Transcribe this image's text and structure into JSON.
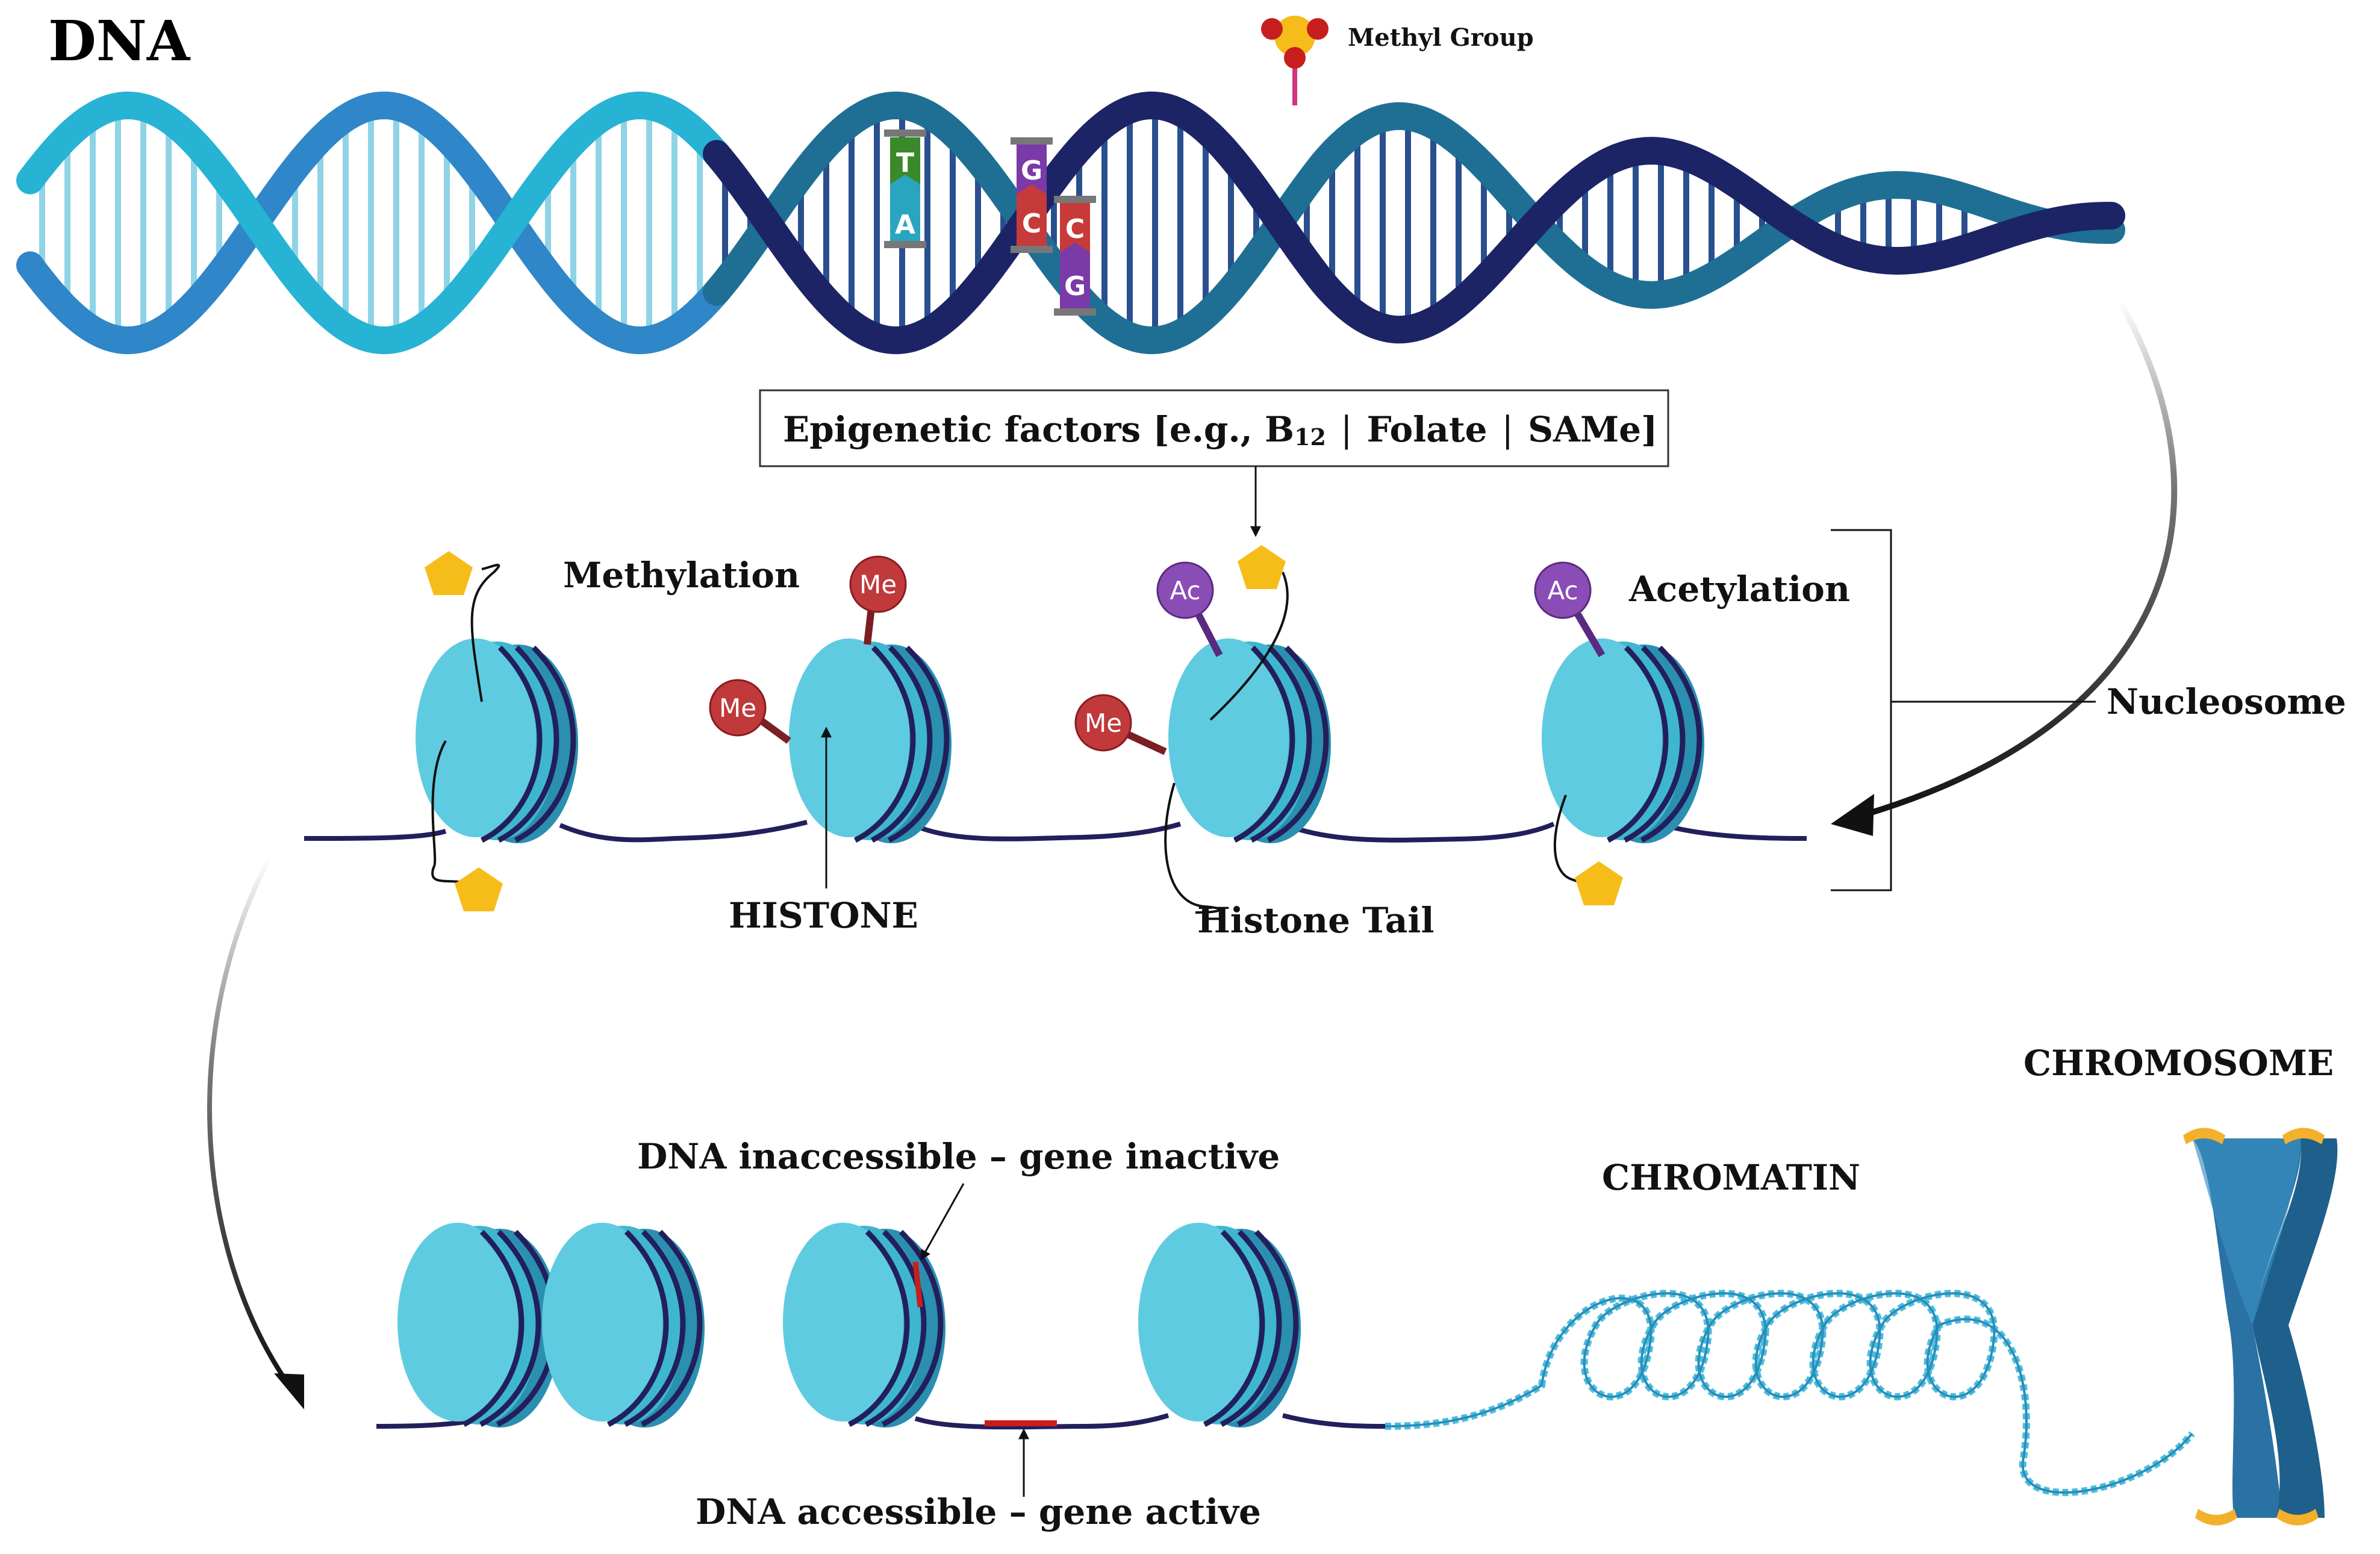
{
  "labels": {
    "dna": "DNA",
    "methyl_group": "Methyl Group",
    "epigenetic_prefix": "Epigenetic factors [e.g., B",
    "epigenetic_sub": "12",
    "epigenetic_sep1": "|",
    "epigenetic_folate": "Folate",
    "epigenetic_sep2": "|",
    "epigenetic_suffix": "SAMe]",
    "methylation": "Methylation",
    "acetylation": "Acetylation",
    "nucleosome": "Nucleosome",
    "histone": "HISTONE",
    "histone_tail": "Histone Tail",
    "dna_inaccessible": "DNA inaccessible – gene inactive",
    "dna_accessible": "DNA accessible – gene active",
    "chromatin": "CHROMATIN",
    "chromosome": "CHROMOSOME"
  },
  "bases": {
    "pair1_top": "T",
    "pair1_bottom": "A",
    "pair2_top": "G",
    "pair2_bottom": "C",
    "pair3_top": "C",
    "pair3_bottom": "G"
  },
  "marks": {
    "me": "Me",
    "ac": "Ac"
  },
  "colors": {
    "helix_light": "#26b3d4",
    "helix_mid": "#2f86c8",
    "helix_dark": "#1c2466",
    "helix_teal": "#1f6f95",
    "histone": "#3fb6cf",
    "histone_dark": "#2a8fb0",
    "dna_strand": "#221f5c",
    "pentagon": "#f6bd1a",
    "methyl_red": "#c0393b",
    "acetyl_purple": "#8a4cb5",
    "accent_red": "#c81e1e",
    "chromosome": "#2a72a3",
    "telomere": "#f3b02a"
  }
}
